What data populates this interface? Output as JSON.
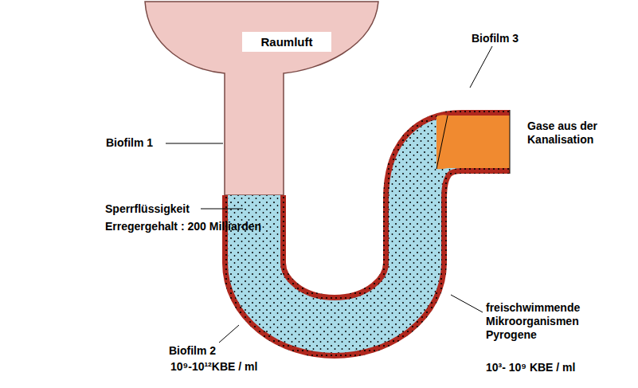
{
  "diagram": {
    "nodes": [
      {
        "text": [
          "Raumluft"
        ]
      }
    ],
    "edges": [],
    "labels": [
      "Biofilm 1",
      "Sperrflüssigkeit",
      "Erregergehalt : 200 Milliarden",
      "Biofilm 2",
      "10⁹-10¹²KBE / ml",
      "Biofilm 3",
      "Gase aus der Kanalisation",
      "freischwimmende Mikroorganismen Pyrogene",
      "10³- 10⁹ KBE / ml"
    ]
  }
}
